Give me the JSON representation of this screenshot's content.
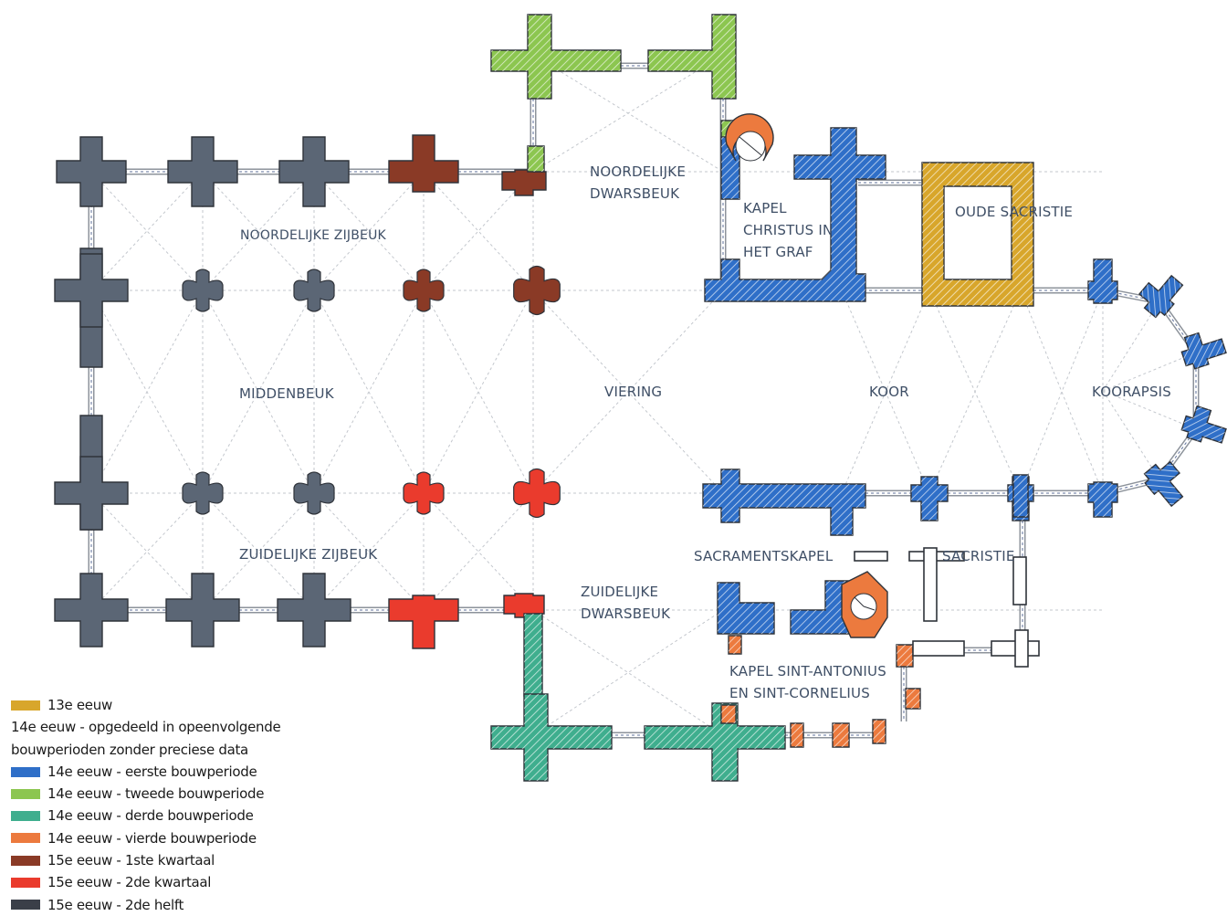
{
  "palette": {
    "c13": "#d8a62b",
    "c14a": "#2f6fc8",
    "c14b": "#8cc650",
    "c14c": "#3fae8e",
    "c14d": "#ec7a3e",
    "c15a": "#8a3a26",
    "c15b": "#ea3b2d",
    "c15c": "#5b6675",
    "outline": "#2f333a",
    "grid": "#c3c7cd"
  },
  "labels": {
    "noordelijke_dwarsbeuk": [
      "NOORDELIJKE",
      "DWARSBEUK"
    ],
    "kapel_christus": [
      "KAPEL",
      "CHRISTUS IN",
      "HET GRAF"
    ],
    "oude_sacristie": "OUDE SACRISTIE",
    "noordelijke_zijbeuk": "NOORDELIJKE ZIJBEUK",
    "middenbeuk": "MIDDENBEUK",
    "viering": "VIERING",
    "koor": "KOOR",
    "koorapsis": "KOORAPSIS",
    "zuidelijke_zijbeuk": "ZUIDELIJKE ZIJBEUK",
    "sacramentskapel": "SACRAMENTSKAPEL",
    "sacristie": "SACRISTIE",
    "zuidelijke_dwarsbeuk": [
      "ZUIDELIJKE",
      "DWARSBEUK"
    ],
    "kapel_antonius": [
      "KAPEL SINT-ANTONIUS",
      "EN SINT-CORNELIUS"
    ]
  },
  "legend": {
    "items": [
      {
        "label": "13e eeuw",
        "color": "#d8a62b"
      },
      {
        "label": "14e eeuw - opgedeeld in opeenvolgende",
        "color": null
      },
      {
        "label": "bouwperioden  zonder preciese data",
        "color": null
      },
      {
        "label": "14e eeuw - eerste bouwperiode",
        "color": "#2f6fc8"
      },
      {
        "label": "14e eeuw - tweede bouwperiode",
        "color": "#8cc650"
      },
      {
        "label": "14e eeuw - derde bouwperiode",
        "color": "#3fae8e"
      },
      {
        "label": "14e eeuw - vierde bouwperiode",
        "color": "#ec7a3e"
      },
      {
        "label": "15e eeuw - 1ste kwartaal",
        "color": "#8a3a26"
      },
      {
        "label": "15e eeuw - 2de kwartaal",
        "color": "#ea3b2d"
      },
      {
        "label": "15e eeuw - 2de helft",
        "color": "#3a3f48"
      }
    ]
  }
}
